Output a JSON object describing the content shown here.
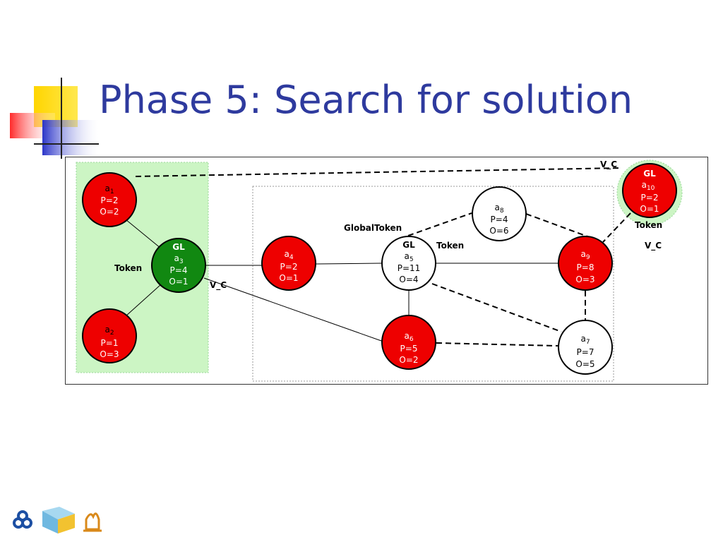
{
  "slide": {
    "title": "Phase 5: Search for solution"
  },
  "colors": {
    "title": "#2e3a9e",
    "red_node": "#ee0000",
    "green_node": "#118811",
    "white_node": "#ffffff",
    "green_region": "#ccf5c4",
    "deco_yellow": "#ffd500",
    "deco_blue": "#2b35c9",
    "deco_red": "#ff3333"
  },
  "diagram": {
    "nodes": {
      "a1": {
        "name": "a",
        "sub": "1",
        "p": "P=2",
        "o": "O=2"
      },
      "a2": {
        "name": "a",
        "sub": "2",
        "p": "P=1",
        "o": "O=3"
      },
      "a3": {
        "gl": "GL",
        "name": "a",
        "sub": "3",
        "p": "P=4",
        "o": "O=1"
      },
      "a4": {
        "name": "a",
        "sub": "4",
        "p": "P=2",
        "o": "O=1"
      },
      "a5": {
        "gl": "GL",
        "name": "a",
        "sub": "5",
        "p": "P=11",
        "o": "O=4"
      },
      "a6": {
        "name": "a",
        "sub": "6",
        "p": "P=5",
        "o": "O=2"
      },
      "a7": {
        "name": "a",
        "sub": "7",
        "p": "P=7",
        "o": "O=5"
      },
      "a8": {
        "name": "a",
        "sub": "8",
        "p": "P=4",
        "o": "O=6"
      },
      "a9": {
        "name": "a",
        "sub": "9",
        "p": "P=8",
        "o": "O=3"
      },
      "a10": {
        "gl": "GL",
        "name": "a",
        "sub": "10",
        "p": "P=2",
        "o": "O=1"
      }
    },
    "labels": {
      "token_left": "Token",
      "vc_left": "V_C",
      "global_token": "GlobalToken",
      "token_mid": "Token",
      "vc_top": "V_C",
      "token_right": "Token",
      "vc_right": "V_C"
    }
  }
}
